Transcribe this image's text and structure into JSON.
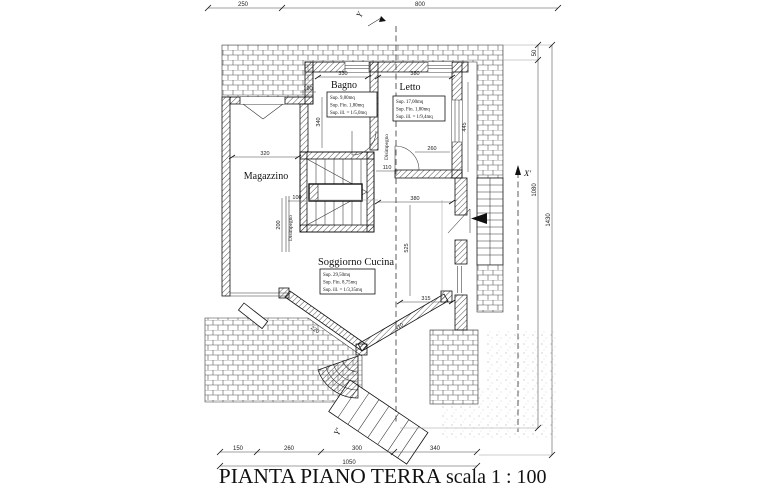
{
  "title": {
    "main": "PIANTA PIANO TERRA",
    "scale": "scala 1 : 100"
  },
  "section_markers": {
    "y_top": "Y",
    "y_bottom": "Y'",
    "x_right": "X'"
  },
  "rooms": {
    "magazzino": {
      "label": "Magazzino"
    },
    "bagno": {
      "label": "Bagno",
      "info": [
        "Sup. 9,00mq",
        "Sup. Fin. 1,80mq",
        "Sup. ill. = 1/5,0mq"
      ]
    },
    "letto": {
      "label": "Letto",
      "info": [
        "Sup. 17,00mq",
        "Sup. Fin. 1,80mq",
        "Sup. ill. = 1/9,4mq"
      ]
    },
    "soggiorno_cucina": {
      "label": "Soggiorno Cucina",
      "info": [
        "Sup. 29,50mq",
        "Sup. Fin. 8,75mq",
        "Sup. ill. = 1/3,35mq"
      ]
    },
    "disimpegno_left": {
      "label": "Disimpegno"
    },
    "disimpegno_right": {
      "label": "Disimpegno"
    }
  },
  "dimensions": {
    "top": {
      "d250": "250",
      "d800": "800"
    },
    "bottom": {
      "d150": "150",
      "d260": "260",
      "d300": "300",
      "d340": "340",
      "total": "1050"
    },
    "right": {
      "d50": "50",
      "d1080": "1080",
      "d1430": "1430"
    },
    "interior": {
      "bagno_w": "330",
      "letto_w": "380",
      "top_100": "100",
      "left_340": "340",
      "right_445": "445",
      "magazzino_w": "320",
      "letto_260": "260",
      "stair_110": "110",
      "mid_100": "100",
      "corridor_200": "200",
      "sogg_380": "380",
      "sogg_525": "525",
      "sogg_315": "315",
      "diag_220": "220",
      "diag_410": "410"
    }
  }
}
